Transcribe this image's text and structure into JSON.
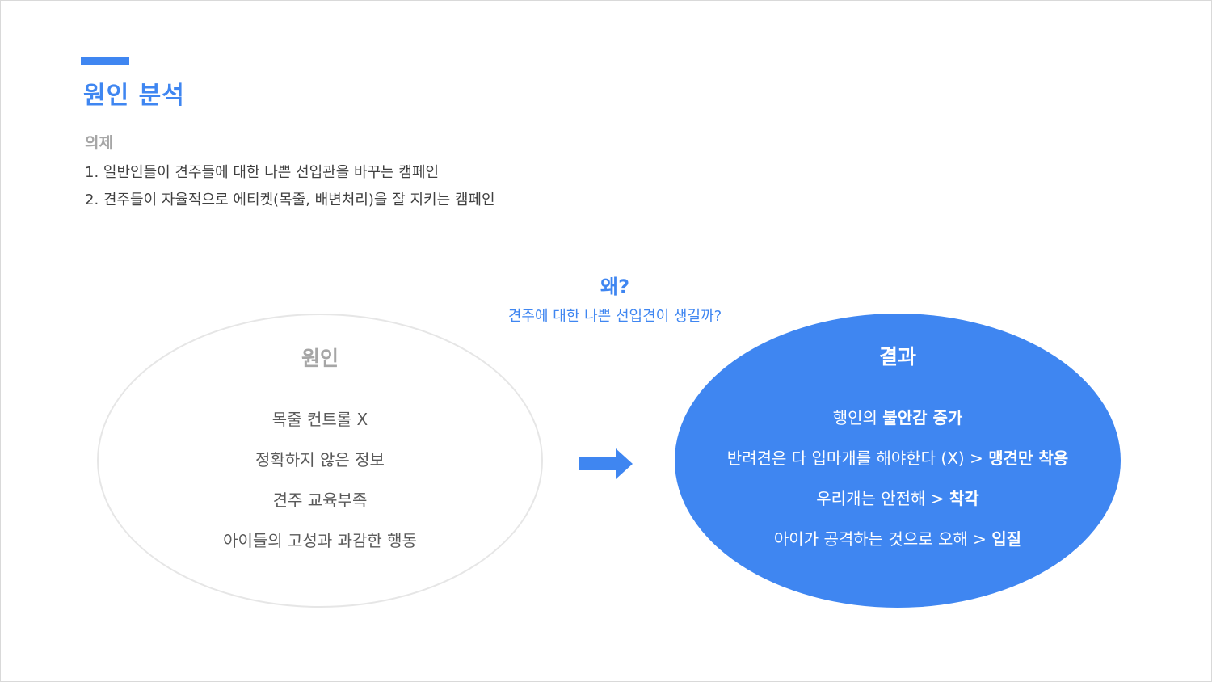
{
  "title": "원인 분석",
  "agenda": {
    "label": "의제",
    "items": [
      "1. 일반인들이 견주들에 대한 나쁜 선입관을 바꾸는 캠페인",
      "2. 견주들이 자율적으로 에티켓(목줄, 배변처리)을 잘 지키는 캠페인"
    ]
  },
  "why": {
    "title": "왜?",
    "subtitle": "견주에 대한 나쁜 선입견이 생길까?"
  },
  "cause": {
    "title": "원인",
    "items": [
      "목줄 컨트롤 X",
      "정확하지 않은 정보",
      "견주 교육부족",
      "아이들의 고성과 과감한 행동"
    ]
  },
  "result": {
    "title": "결과",
    "items": [
      {
        "text": "행인의 ",
        "emphasis": "불안감 증가"
      },
      {
        "text": "반려견은 다 입마개를 해야한다 (X)  > ",
        "emphasis": "맹견만 착용"
      },
      {
        "text": "우리개는 안전해 > ",
        "emphasis": "착각"
      },
      {
        "text": "아이가 공격하는 것으로 오해 > ",
        "emphasis": "입질"
      }
    ]
  },
  "colors": {
    "accent": "#3f86f1",
    "muted": "#a6a6a6",
    "text": "#404040"
  },
  "icons": {
    "arrow": "arrow-right-icon"
  }
}
